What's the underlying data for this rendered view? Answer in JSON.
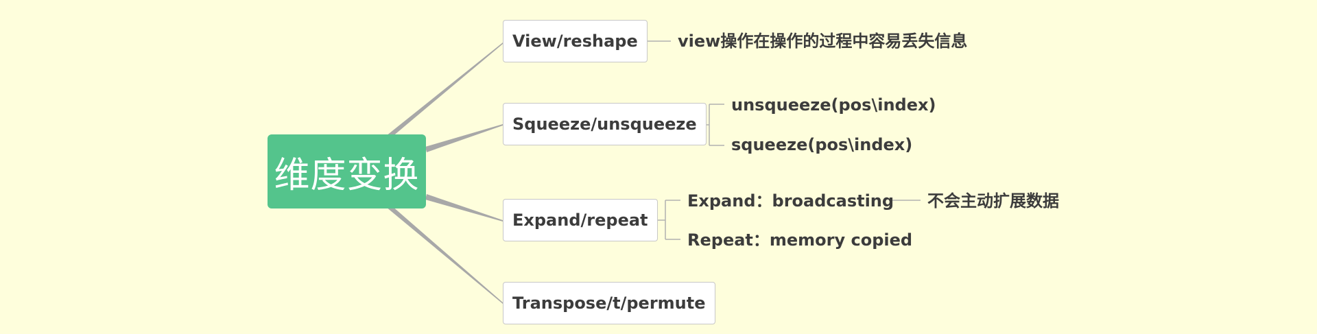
{
  "root": {
    "label": "维度变换"
  },
  "branches": [
    {
      "label": "View/reshape",
      "children": [
        {
          "label": "view操作在操作的过程中容易丢失信息"
        }
      ]
    },
    {
      "label": "Squeeze/unsqueeze",
      "children": [
        {
          "label": "unsqueeze(pos\\index)"
        },
        {
          "label": "squeeze(pos\\index)"
        }
      ]
    },
    {
      "label": "Expand/repeat",
      "children": [
        {
          "label": "Expand：broadcasting",
          "note": "不会主动扩展数据"
        },
        {
          "label": "Repeat：memory copied"
        }
      ]
    },
    {
      "label": "Transpose/t/permute",
      "children": []
    }
  ],
  "colors": {
    "background": "#fefedc",
    "root": "#54c48c",
    "connector": "#a8a8a8",
    "text": "#3c3c3c"
  }
}
